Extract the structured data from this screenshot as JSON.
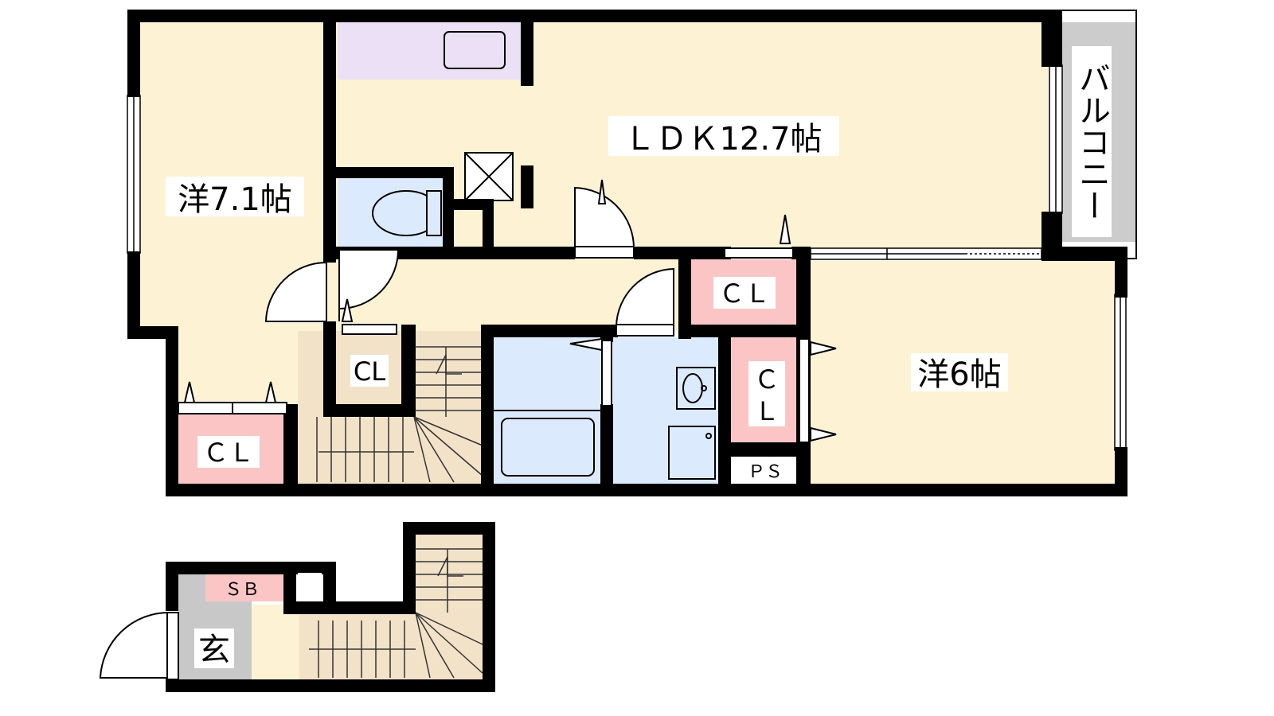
{
  "floor_plan": {
    "rooms": {
      "ldk": "ＬＤＫ12.7帖",
      "western_1": "洋7.1帖",
      "western_2": "洋6帖",
      "balcony": "バルコニー",
      "entrance": "玄"
    },
    "storage": {
      "closet_west": "ＣＬ",
      "closet_hall": "CL",
      "closet_north": "ＣＬ",
      "closet_east_top": "Ｃ",
      "closet_east_bottom": "Ｌ",
      "pipe_space": "ＰＳ",
      "shoe_box": "ＳＢ"
    }
  },
  "colors": {
    "wall": "#000000",
    "room_floor": "#fdf2d3",
    "wet_area": "#dbeafd",
    "closet": "#fbc5c6",
    "kitchen": "#ebe0f6",
    "balcony": "#cccccc",
    "entrance": "#c8c8c8",
    "stairs": "#f1e2c8"
  }
}
